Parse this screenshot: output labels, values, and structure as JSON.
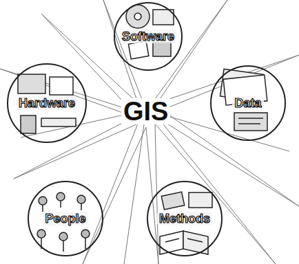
{
  "diagram": {
    "nodes": [
      {
        "text": [
          "Software"
        ]
      },
      {
        "text": [
          "Hardware"
        ]
      },
      {
        "text": [
          "Data"
        ]
      },
      {
        "text": [
          "People"
        ]
      },
      {
        "text": [
          "Methods"
        ]
      }
    ],
    "labels": [
      "GIS"
    ]
  }
}
